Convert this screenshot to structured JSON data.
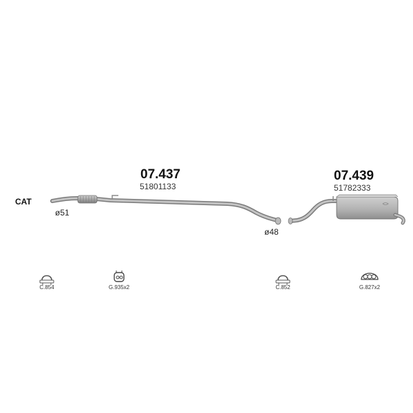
{
  "labels": {
    "cat": "CAT",
    "inlet_diameter": "ø51",
    "joint_diameter": "ø48"
  },
  "parts": [
    {
      "number": "07.437",
      "oem": "51801133"
    },
    {
      "number": "07.439",
      "oem": "51782333"
    }
  ],
  "accessories": [
    {
      "code": "C.854",
      "icon": "clamp-icon"
    },
    {
      "code": "G.935x2",
      "icon": "rubber-hanger-icon"
    },
    {
      "code": "C.852",
      "icon": "clamp-icon"
    },
    {
      "code": "G.827x2",
      "icon": "rubber-mount-icon"
    }
  ],
  "colors": {
    "pipe": "#a9a9a9",
    "pipe_dark": "#7d7d7d",
    "muffler": "#b5b5b5"
  }
}
